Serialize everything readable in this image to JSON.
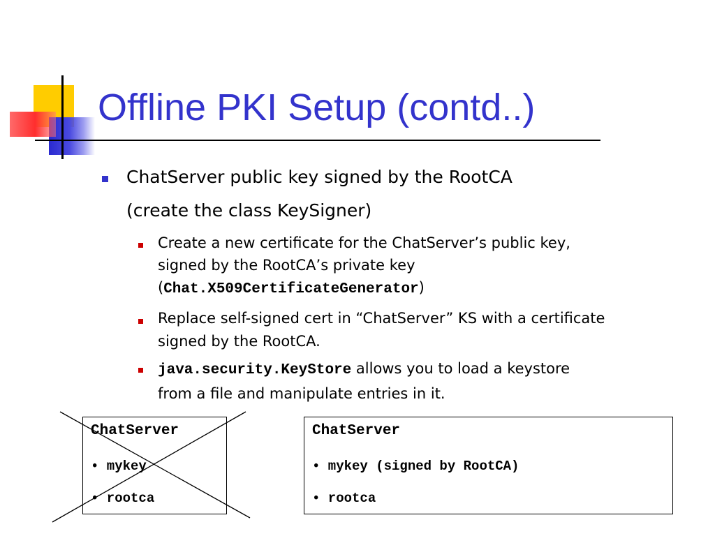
{
  "slide": {
    "title": "Offline PKI Setup (contd..)",
    "bullet_main": {
      "line1": "ChatServer public key signed by the RootCA",
      "line2": "(create the class KeySigner)"
    },
    "sub_bullets": [
      {
        "line1": "Create a new certificate for the ChatServer’s public key,",
        "line2": "signed by the RootCA’s private key",
        "line3_open": "(",
        "line3_code": "Chat.X509CertificateGenerator",
        "line3_close": ")"
      },
      {
        "line1": "Replace self-signed cert in “ChatServer” KS with a certificate",
        "line2": "signed by the RootCA."
      },
      {
        "line1_code": "java.security.KeyStore",
        "line1_text": " allows you to load a keystore",
        "line2": "from a file and manipulate entries in it."
      }
    ]
  },
  "keystore_old": {
    "title": "ChatServer",
    "items": [
      "• mykey",
      "• rootca"
    ]
  },
  "keystore_new": {
    "title": "ChatServer",
    "items": [
      "• mykey (signed by RootCA)",
      "• rootca"
    ]
  },
  "colors": {
    "title": "#3333cc",
    "bullet_main": "#3333cc",
    "bullet_sub": "#cc0000",
    "deco_yellow": "#ffcc00",
    "deco_blue": "#3333cc",
    "deco_red": "#ff3333"
  }
}
